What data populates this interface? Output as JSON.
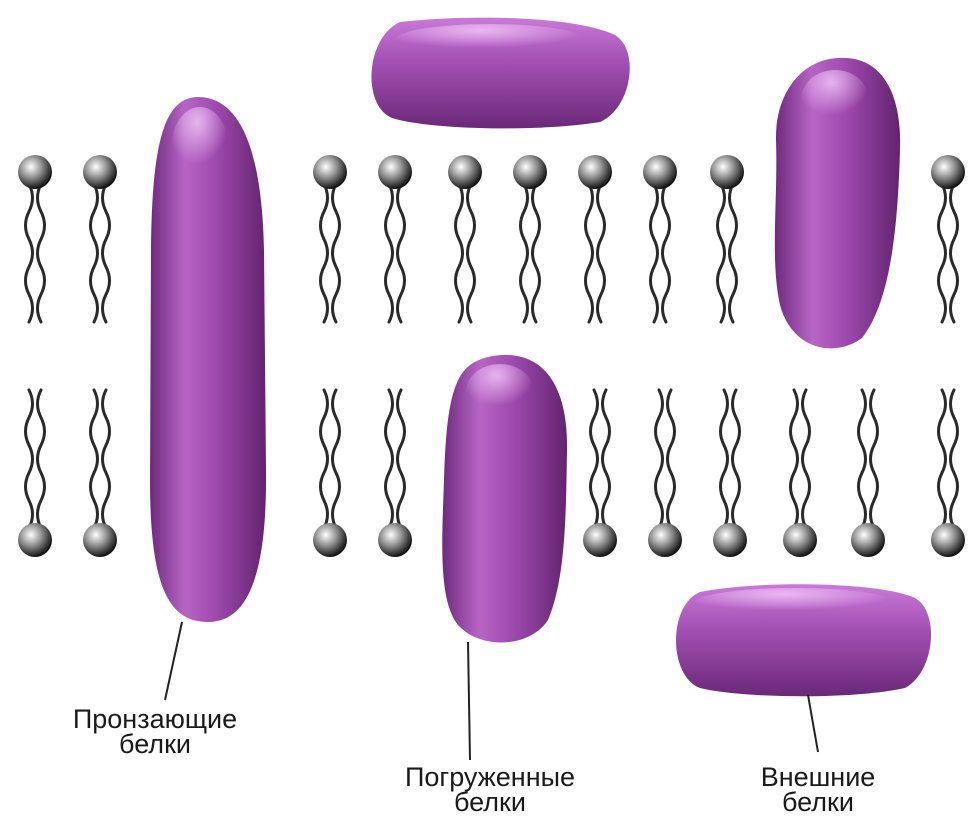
{
  "labels": {
    "transmembrane": {
      "line1": "Пронзающие",
      "line2": "белки"
    },
    "integral": {
      "line1": "Погруженные",
      "line2": "белки"
    },
    "peripheral": {
      "line1": "Внешние",
      "line2": "белки"
    }
  },
  "colors": {
    "protein": "#a04bb0",
    "protein_light": "#d98ee6",
    "protein_dark": "#6e2a7e",
    "lipid_tail": "#2a2a2a",
    "lipid_head": "#3a3a3a"
  }
}
